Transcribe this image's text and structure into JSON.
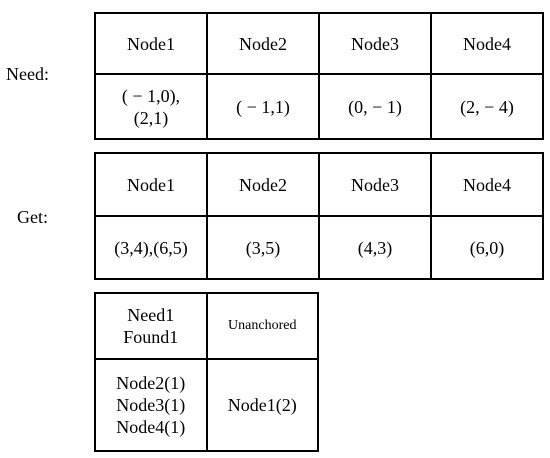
{
  "need": {
    "label": "Need:",
    "headers": [
      "Node1",
      "Node2",
      "Node3",
      "Node4"
    ],
    "values": [
      "( − 1,0),\n(2,1)",
      "( − 1,1)",
      "(0, − 1)",
      "(2, − 4)"
    ]
  },
  "get": {
    "label": "Get:",
    "headers": [
      "Node1",
      "Node2",
      "Node3",
      "Node4"
    ],
    "values": [
      "(3,4),(6,5)",
      "(3,5)",
      "(4,3)",
      "(6,0)"
    ]
  },
  "summary": {
    "header_left": "Need1\nFound1",
    "header_right": "Unanchored",
    "value_left": "Node2(1)\nNode3(1)\nNode4(1)",
    "value_right": "Node1(2)"
  }
}
